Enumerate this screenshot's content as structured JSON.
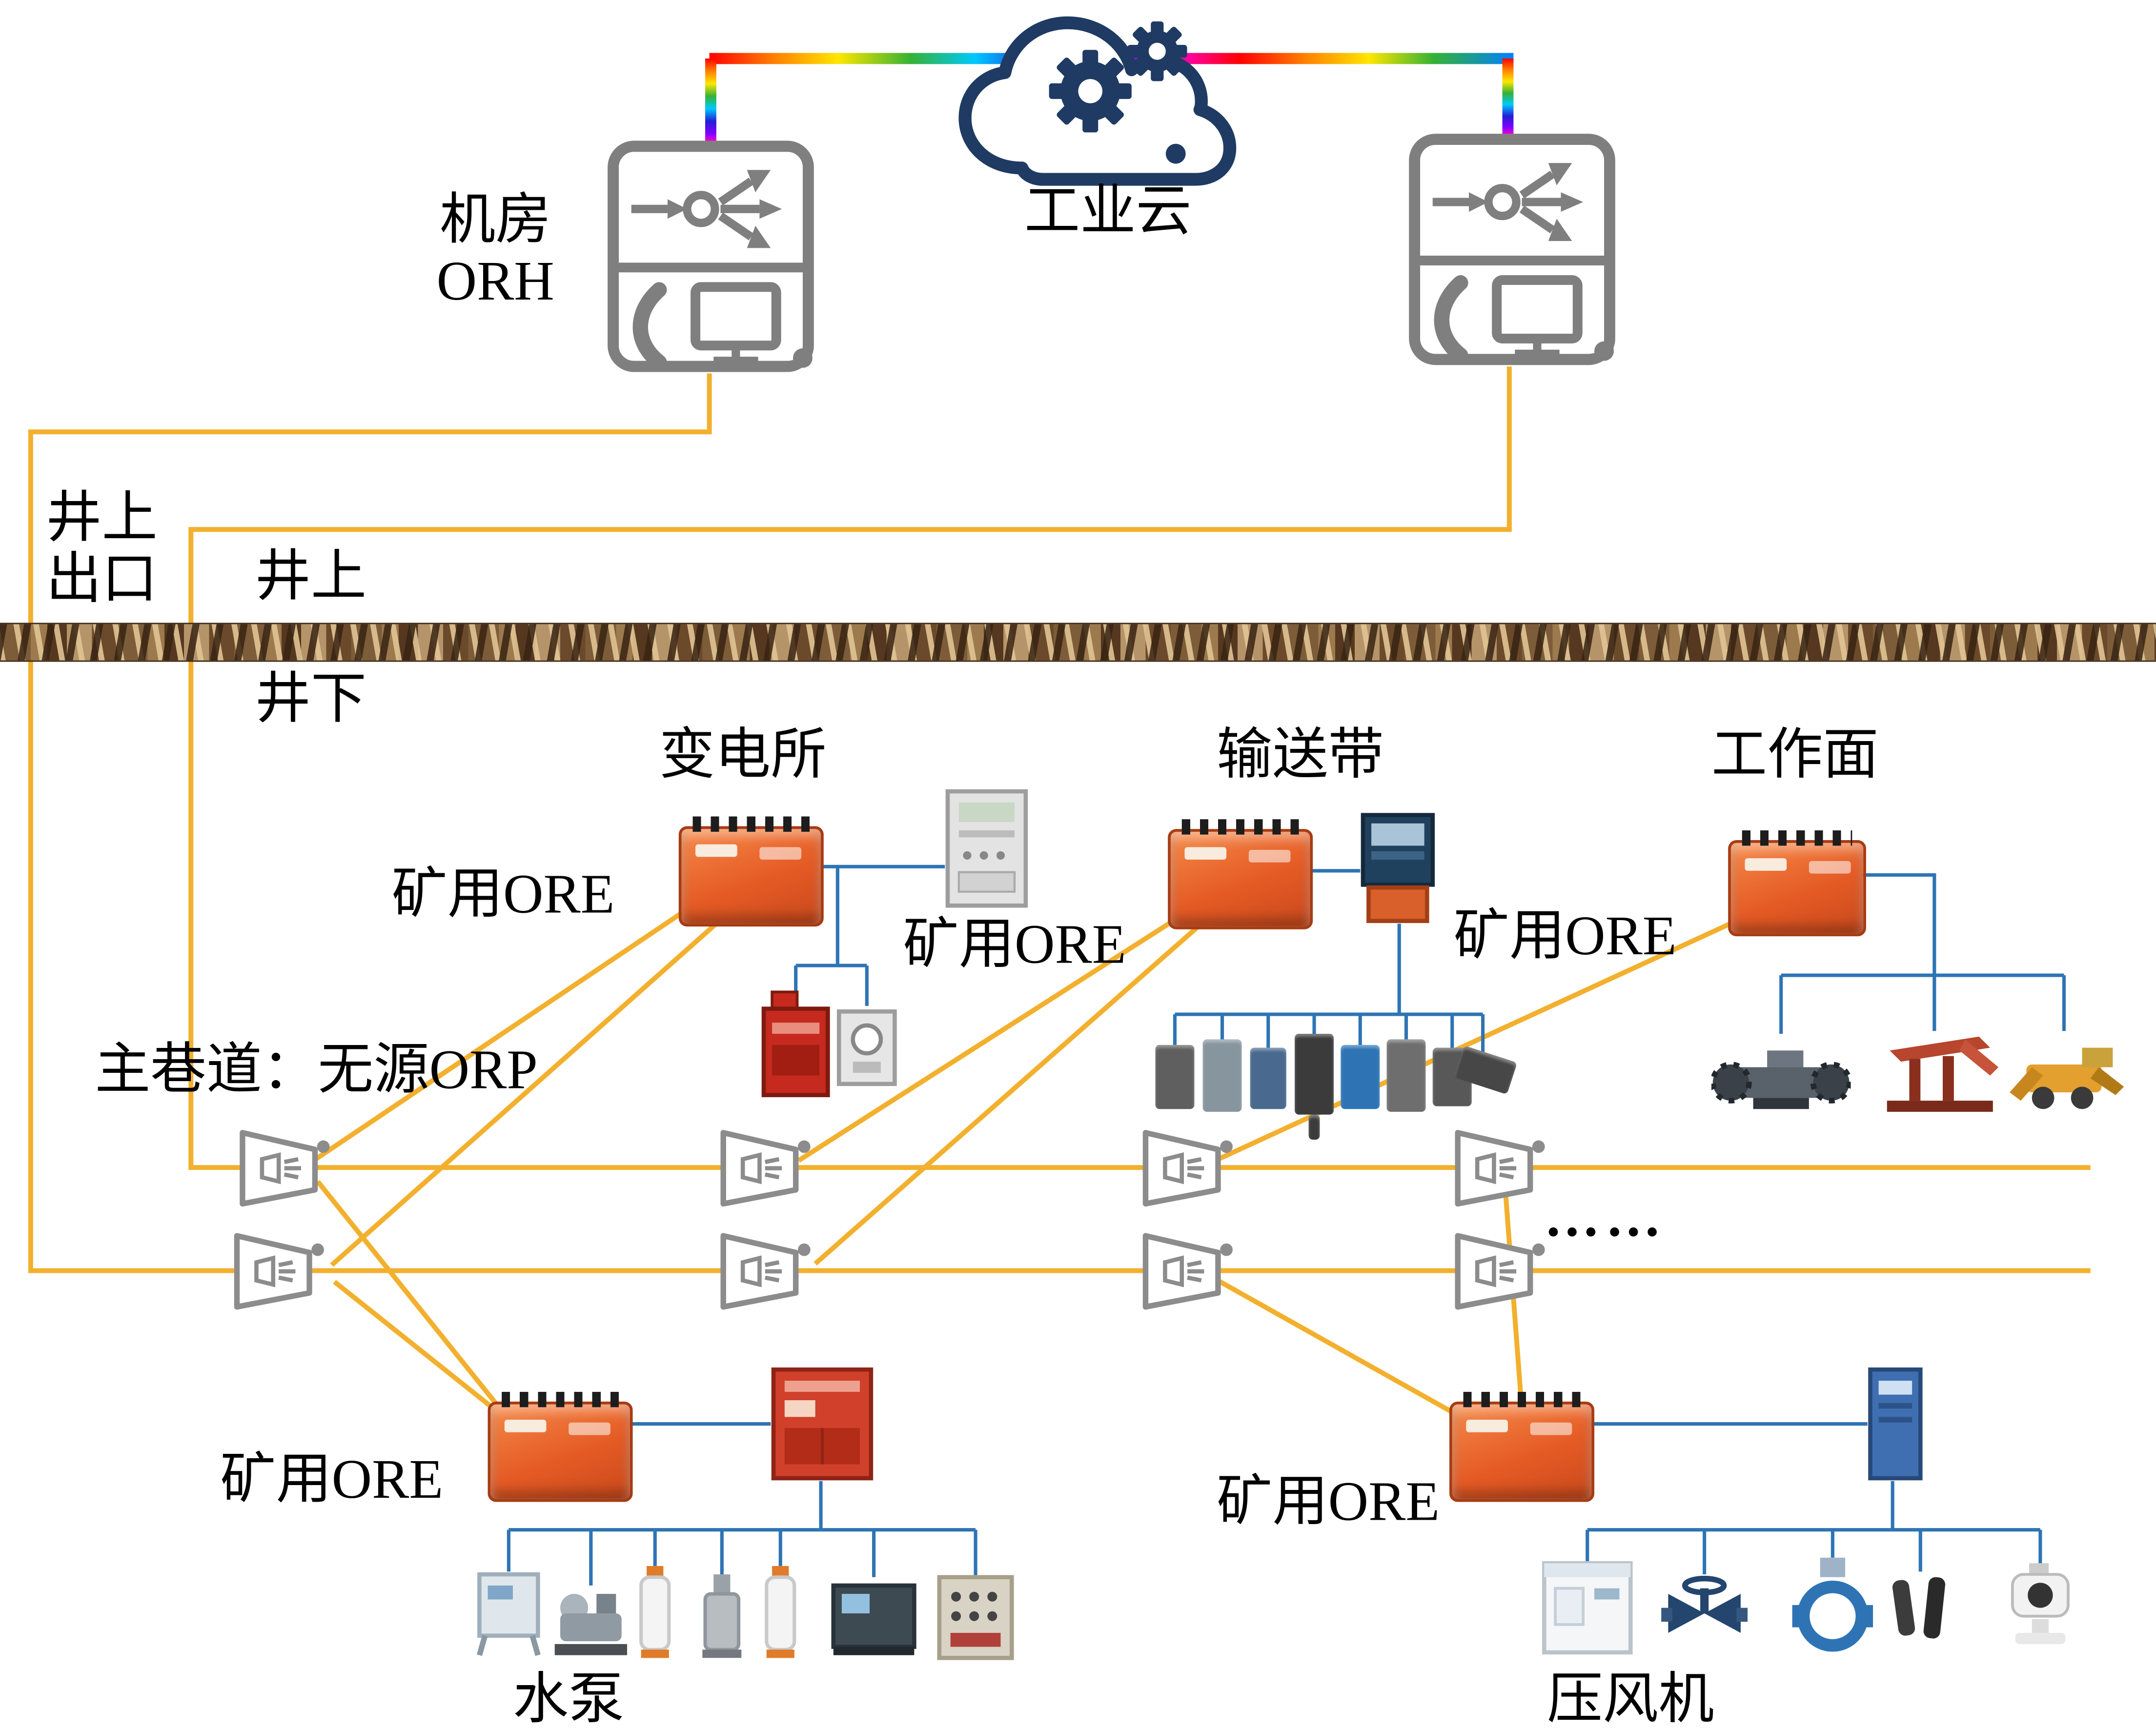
{
  "cloud": {
    "label": "工业云"
  },
  "machine_room": {
    "line1": "机房",
    "line2": "ORH"
  },
  "mine_boundary": {
    "exit_line1": "井上",
    "exit_line2": "出口",
    "above_label": "井上",
    "below_label": "井下"
  },
  "sections": {
    "substation": "变电所",
    "conveyor": "输送带",
    "working_face": "工作面",
    "water_pump": "水泵",
    "air_compressor": "压风机"
  },
  "network": {
    "main_tunnel": "主巷道：无源ORP",
    "ore_device": "矿用ORE",
    "continuation": "……"
  },
  "colors": {
    "fiber_yellow": "#F2B02E",
    "ethernet_blue": "#2E74B5",
    "ore_orange": "#E55B25",
    "icon_gray": "#7F7F7F",
    "cloud_navy": "#1F3B63"
  }
}
